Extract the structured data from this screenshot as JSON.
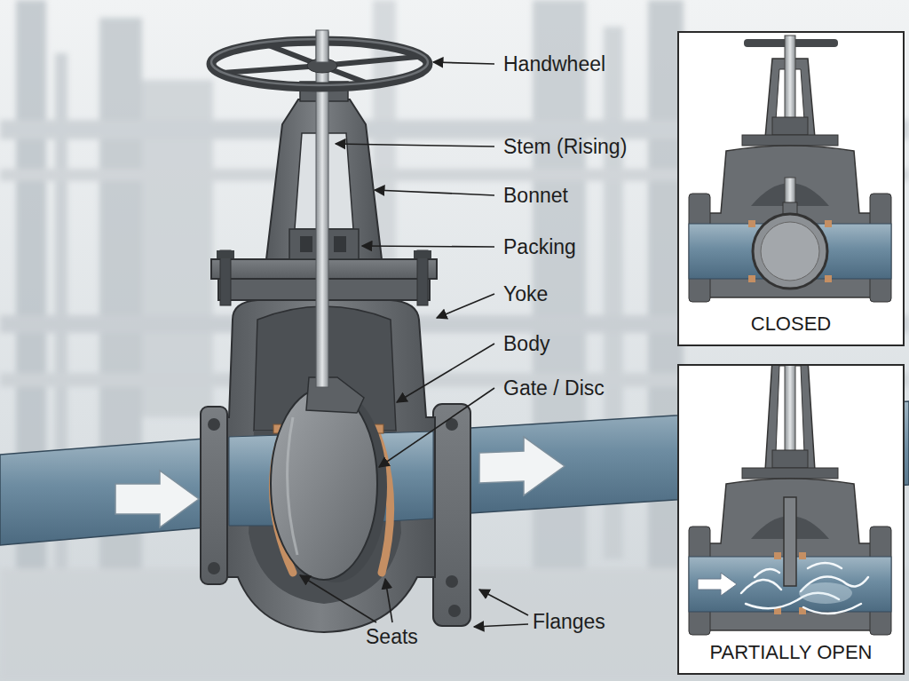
{
  "diagram": {
    "nodes": [
      {
        "text": [
          "CLOSED"
        ]
      },
      {
        "text": [
          "PARTIALLY OPEN"
        ]
      }
    ],
    "labels": [
      "Handwheel",
      "Stem (Rising)",
      "Bonnet",
      "Packing",
      "Yoke",
      "Body",
      "Gate / Disc",
      "Seats",
      "Flanges"
    ]
  }
}
